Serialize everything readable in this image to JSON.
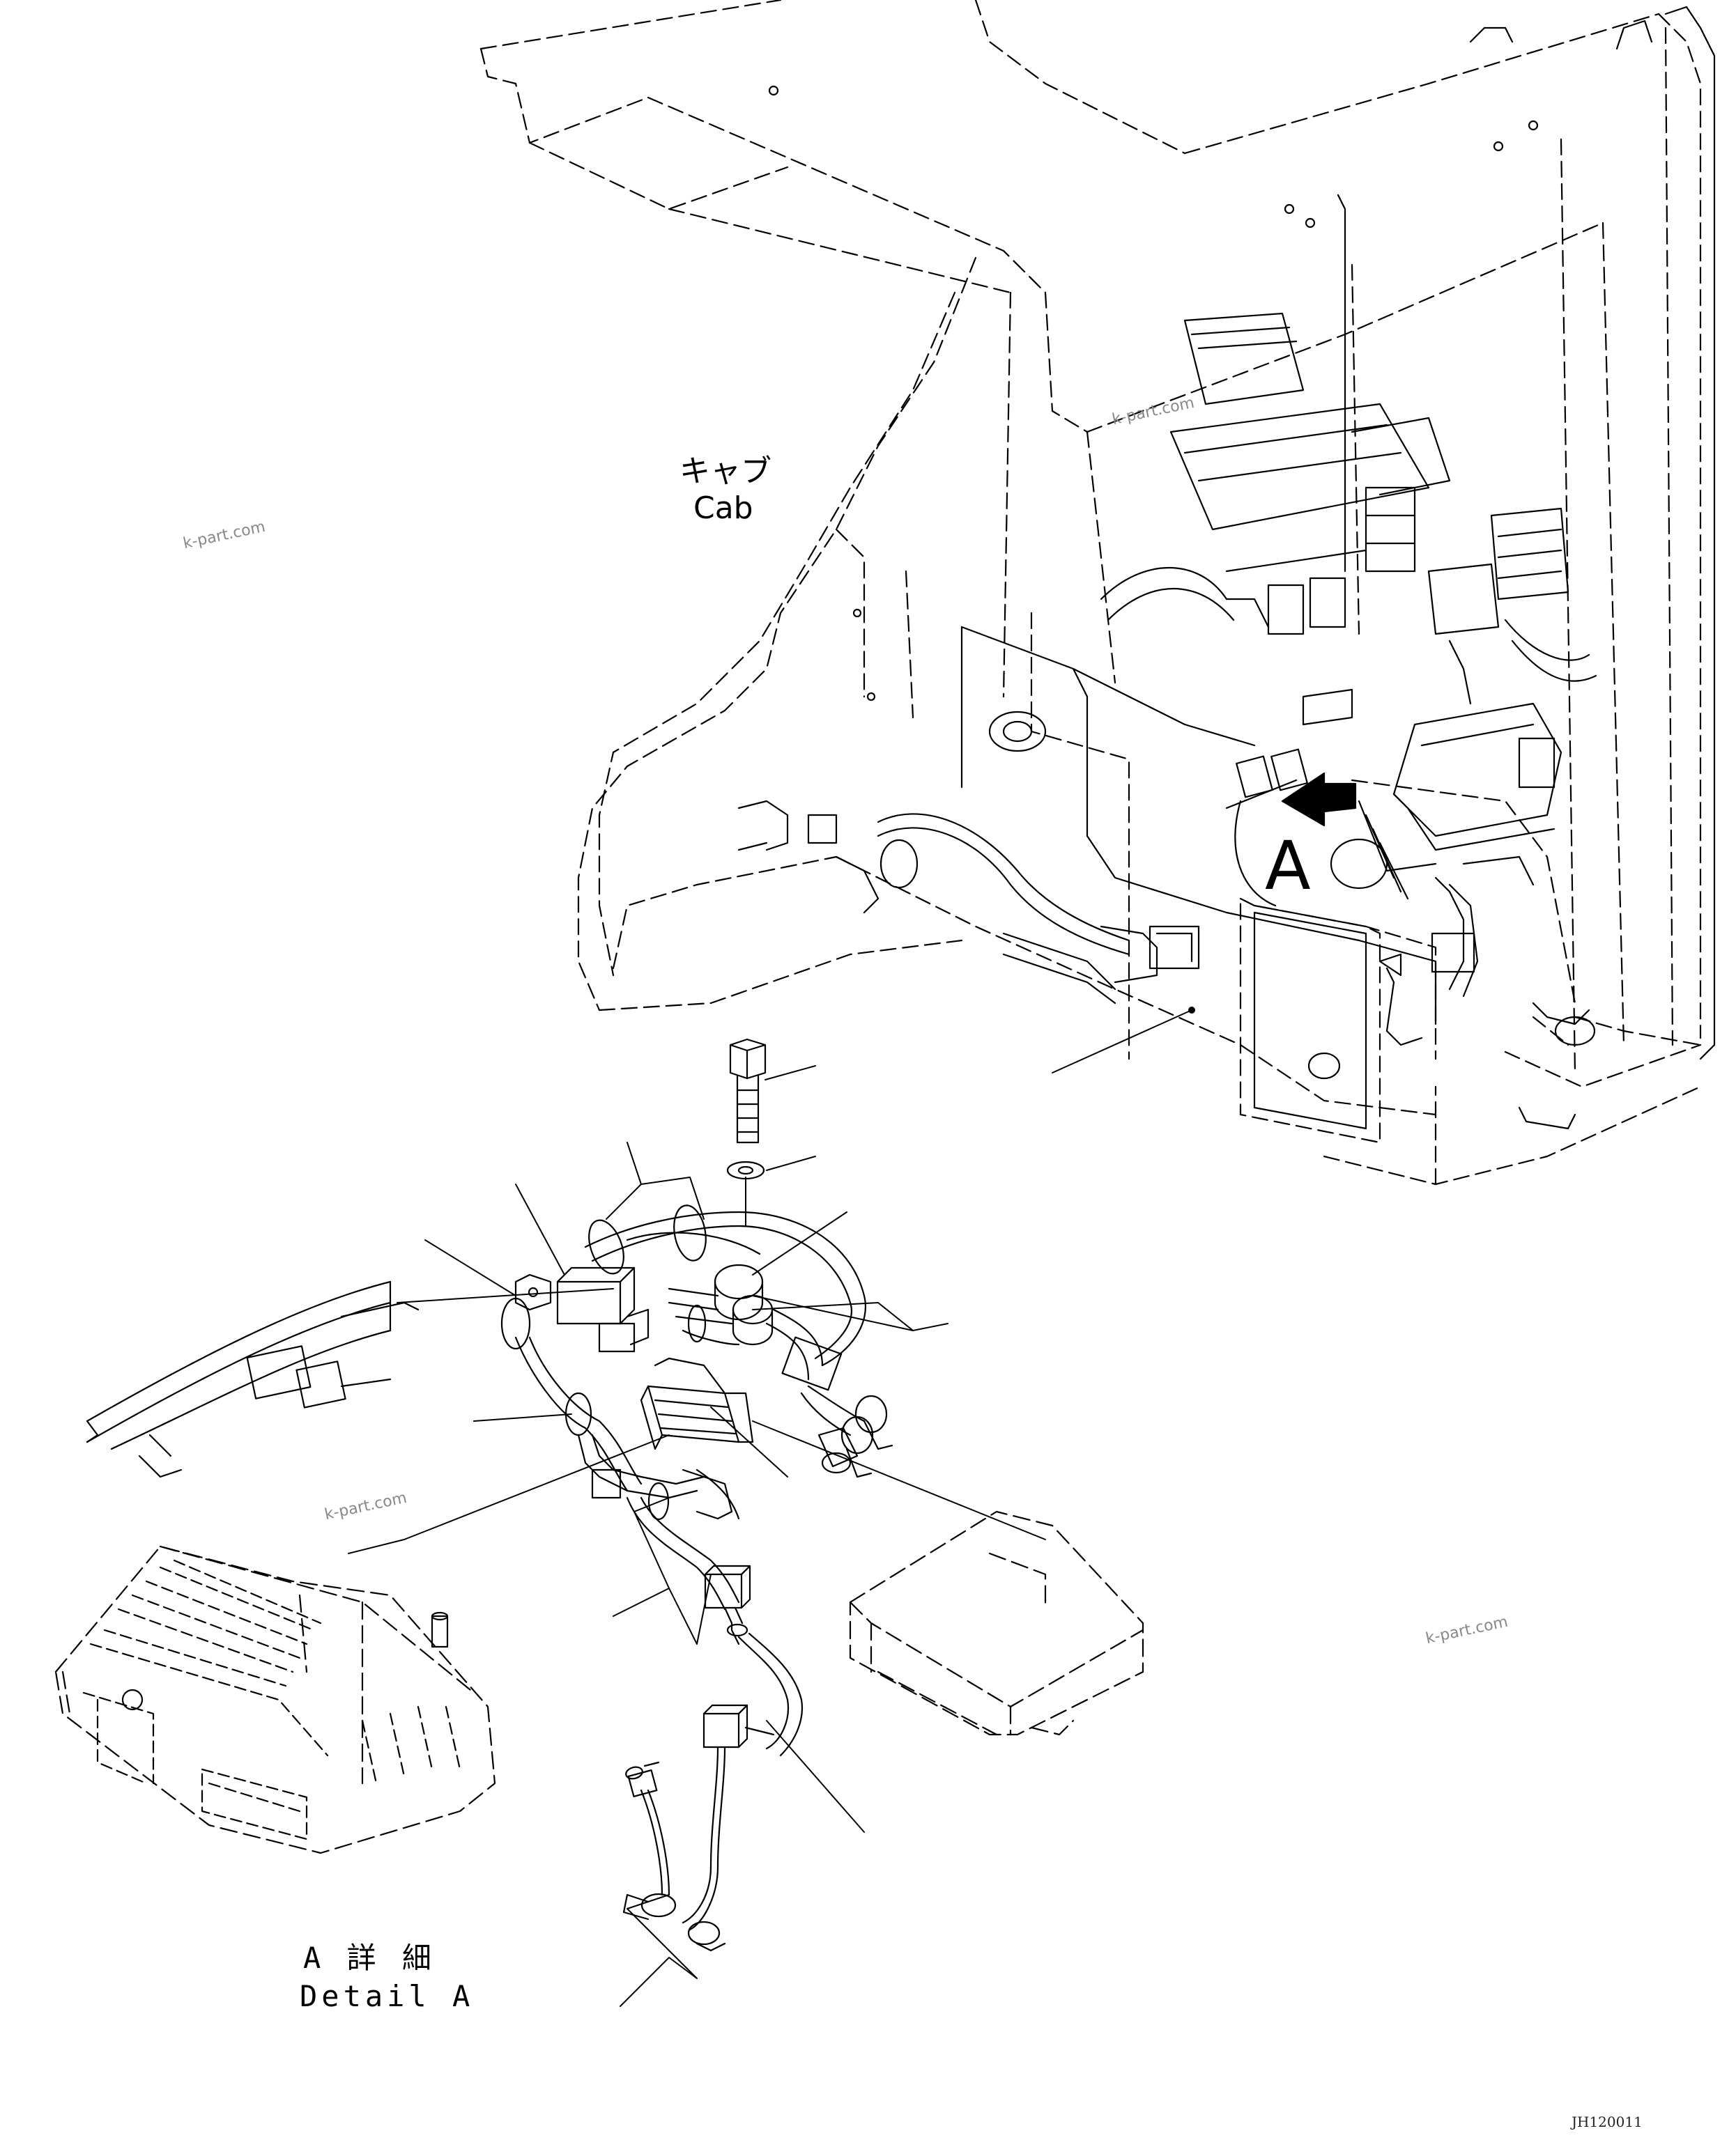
{
  "labels": {
    "cab_jp": "キャブ",
    "cab_en": "Cab",
    "view_letter": "A",
    "detail_jp": "A 詳 細",
    "detail_en": "Detail A",
    "drawing_code": "JH120011"
  },
  "watermarks": [
    "k-part.com",
    "k-part.com",
    "k-part.com",
    "k-part.com"
  ],
  "colors": {
    "line": "#000000",
    "watermark": "#888888",
    "background": "#ffffff"
  }
}
